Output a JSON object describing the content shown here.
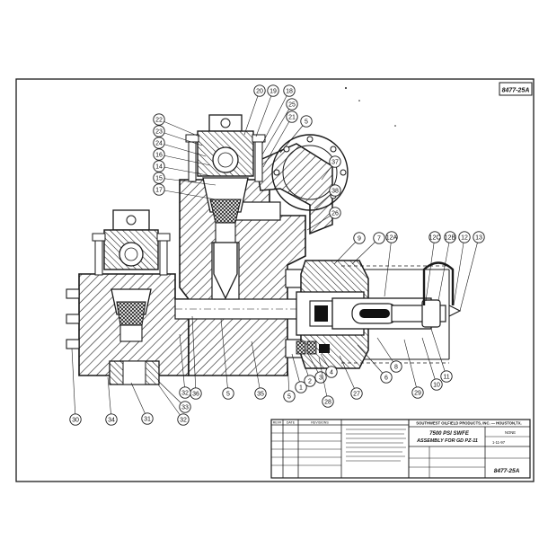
{
  "drawing": {
    "number_corner": "8477-25A",
    "colors": {
      "ink": "#1a1a1a",
      "paper": "#ffffff"
    }
  },
  "callouts": [
    "20",
    "19",
    "18",
    "25",
    "21",
    "22",
    "23",
    "24",
    "16",
    "14",
    "15",
    "17",
    "5",
    "37",
    "38",
    "26",
    "9",
    "7",
    "12A",
    "12C",
    "12B",
    "12",
    "13",
    "36",
    "5",
    "35",
    "1",
    "2",
    "3",
    "4",
    "5",
    "28",
    "27",
    "6",
    "8",
    "29",
    "10",
    "11",
    "30",
    "34",
    "31",
    "32",
    "33",
    "32"
  ],
  "title_block": {
    "rev_header": "REV#",
    "date_header": "DATE",
    "revisions_header": "REVISIONS",
    "company": "SOUTHWEST OILFIELD PRODUCTS, INC. — HOUSTON,TX.",
    "title_line1": "7500 PSI SWFE",
    "title_line2": "ASSEMBLY FOR GD PZ-11",
    "scale": "NONE",
    "date": "1-11-97",
    "number": "8477-25A"
  }
}
